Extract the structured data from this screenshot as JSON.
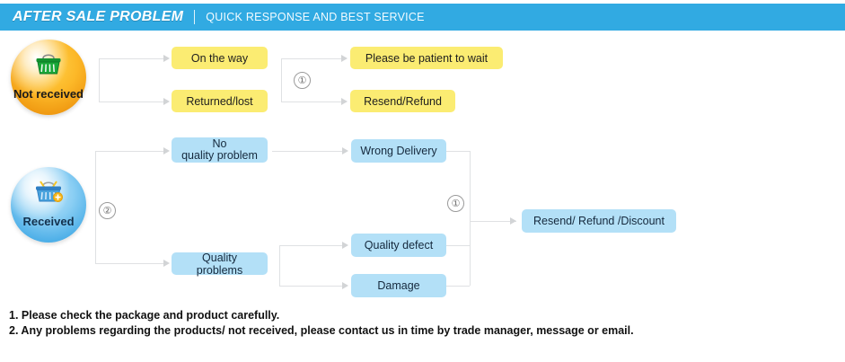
{
  "header": {
    "title": "AFTER SALE PROBLEM",
    "separator": "|",
    "subtitle": "QUICK RESPONSE AND BEST SERVICE",
    "bg_color": "#31aae2"
  },
  "flow": {
    "branches": [
      {
        "id": "not-received",
        "circle_label": "Not received",
        "circle_icon": "shopping-basket-icon",
        "circle_color": "#fcb828",
        "marker": "",
        "stage1": [
          {
            "label": "On the way",
            "color": "#fbec72"
          },
          {
            "label": "Returned/lost",
            "color": "#fbec72"
          }
        ],
        "mid_marker": "①",
        "stage2": [
          {
            "label": "Please be patient to wait",
            "color": "#fbec72"
          },
          {
            "label": "Resend/Refund",
            "color": "#fbec72"
          }
        ]
      },
      {
        "id": "received",
        "circle_label": "Received",
        "circle_icon": "shopping-basket-icon",
        "circle_color": "#4fb0e8",
        "marker": "②",
        "stage1": [
          {
            "label": "No\nquality problem",
            "line1": "No",
            "line2": "quality problem",
            "color": "#b3e0f7"
          },
          {
            "label": "Quality problems",
            "color": "#b3e0f7"
          }
        ],
        "mid_marker": "①",
        "stage2": [
          {
            "label": "Wrong Delivery",
            "color": "#b3e0f7"
          },
          {
            "label": "Quality defect",
            "color": "#b3e0f7"
          },
          {
            "label": "Damage",
            "color": "#b3e0f7"
          }
        ],
        "outcome": {
          "label": "Resend/ Refund /Discount",
          "color": "#b3e0f7"
        }
      }
    ]
  },
  "footer": {
    "notes": [
      "1. Please check the package and product carefully.",
      "2. Any problems regarding the products/ not received, please contact us in time by trade manager, message or email."
    ]
  }
}
